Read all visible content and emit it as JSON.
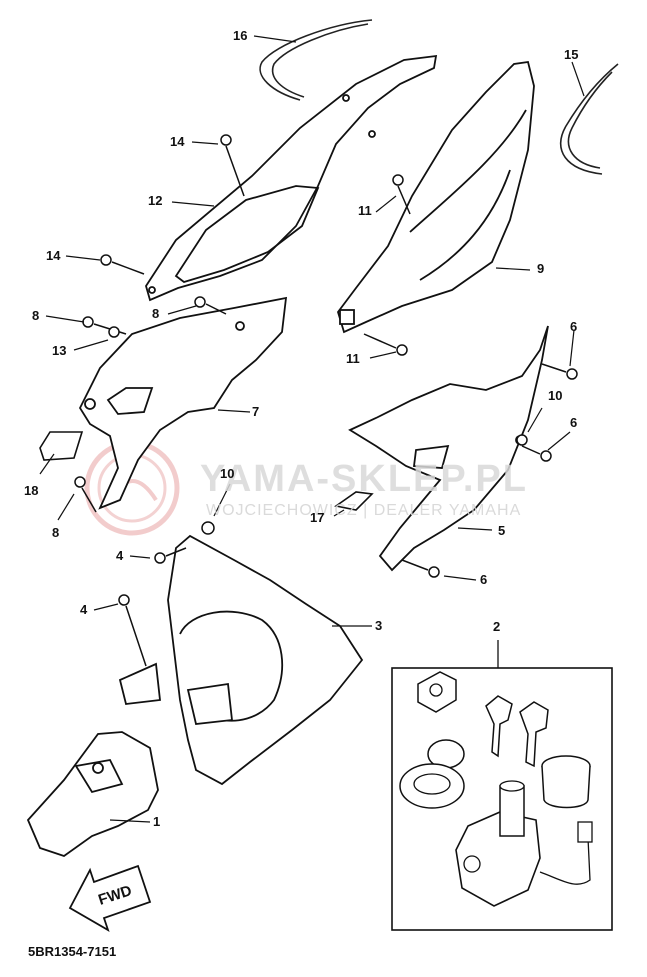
{
  "diagram": {
    "part_code": "5BR1354-7151",
    "watermark": {
      "title": "YAMA-SKLEP.PL",
      "subtitle": "WOJCIECHOWICZ | DEALER YAMAHA"
    },
    "fwd_label": "FWD",
    "callouts": [
      {
        "id": "c16",
        "label": "16"
      },
      {
        "id": "c15",
        "label": "15"
      },
      {
        "id": "c14a",
        "label": "14"
      },
      {
        "id": "c12",
        "label": "12"
      },
      {
        "id": "c11a",
        "label": "11"
      },
      {
        "id": "c9",
        "label": "9"
      },
      {
        "id": "c14b",
        "label": "14"
      },
      {
        "id": "c8a",
        "label": "8"
      },
      {
        "id": "c8b",
        "label": "8"
      },
      {
        "id": "c13",
        "label": "13"
      },
      {
        "id": "c11b",
        "label": "11"
      },
      {
        "id": "c6a",
        "label": "6"
      },
      {
        "id": "c7",
        "label": "7"
      },
      {
        "id": "c10a",
        "label": "10"
      },
      {
        "id": "c6b",
        "label": "6"
      },
      {
        "id": "c18",
        "label": "18"
      },
      {
        "id": "c10b",
        "label": "10"
      },
      {
        "id": "c8c",
        "label": "8"
      },
      {
        "id": "c17",
        "label": "17"
      },
      {
        "id": "c5",
        "label": "5"
      },
      {
        "id": "c4a",
        "label": "4"
      },
      {
        "id": "c6c",
        "label": "6"
      },
      {
        "id": "c2",
        "label": "2"
      },
      {
        "id": "c4b",
        "label": "4"
      },
      {
        "id": "c3",
        "label": "3"
      },
      {
        "id": "c1",
        "label": "1"
      }
    ]
  }
}
